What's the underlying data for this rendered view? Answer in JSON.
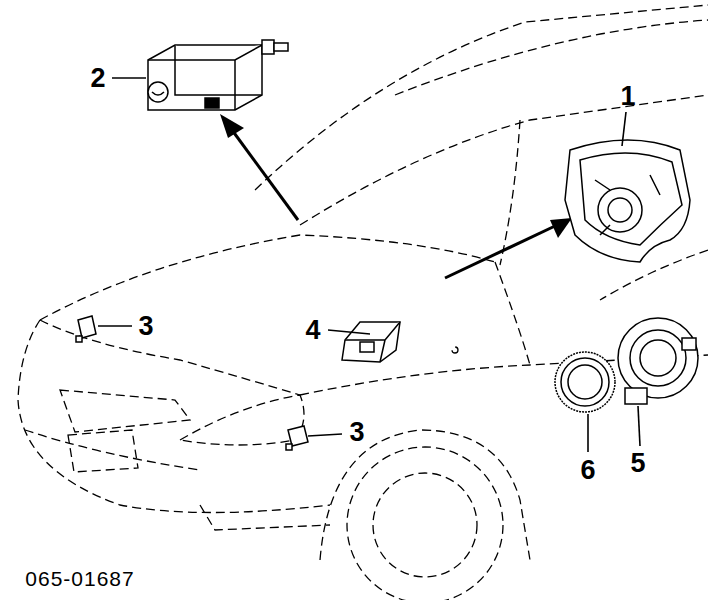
{
  "diagram": {
    "labels": [
      "1",
      "2",
      "3",
      "4",
      "3",
      "6",
      "5",
      "065-01687"
    ]
  }
}
